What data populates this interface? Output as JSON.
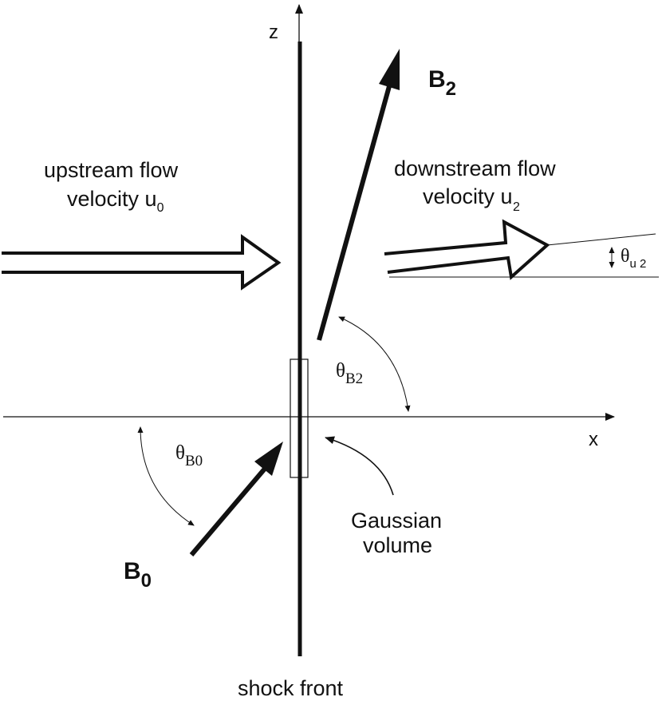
{
  "axes": {
    "z_label": "z",
    "x_label": "x"
  },
  "labels": {
    "b2": {
      "main": "B",
      "sub": "2"
    },
    "b0": {
      "main": "B",
      "sub": "0"
    },
    "upstream_line1": "upstream flow",
    "upstream_line2": "velocity u",
    "upstream_sub": "0",
    "downstream_line1": "downstream flow",
    "downstream_line2": "velocity u",
    "downstream_sub": "2",
    "theta_u2": {
      "symbol": "θ",
      "sub": "u 2"
    },
    "theta_b2": {
      "symbol": "θ",
      "sub": "B2"
    },
    "theta_b0": {
      "symbol": "θ",
      "sub": "B0"
    },
    "gaussian_line1": "Gaussian",
    "gaussian_line2": "volume",
    "shock_front": "shock front"
  },
  "colors": {
    "ink": "#111111",
    "background": "#ffffff"
  }
}
